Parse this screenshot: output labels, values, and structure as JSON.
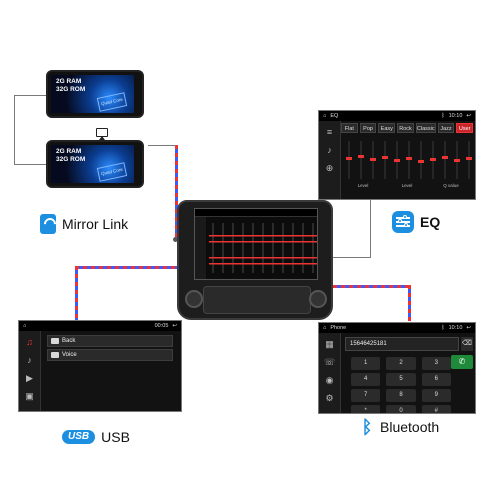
{
  "phones": {
    "ram_line": "2G RAM",
    "rom_line": "32G ROM",
    "chip_label": "Quad Core"
  },
  "features": {
    "mirror_link": "Mirror Link",
    "eq": "EQ",
    "usb_badge": "USB",
    "usb": "USB",
    "bluetooth": "Bluetooth"
  },
  "eq_screen": {
    "title": "EQ",
    "time": "10:10",
    "tabs": [
      "Flat",
      "Pop",
      "Easy",
      "Rock",
      "Classic",
      "Jazz",
      "User"
    ],
    "active_tab": "User",
    "footer": [
      "Level",
      "Level",
      "Q value"
    ]
  },
  "usb_screen": {
    "time": "00:05",
    "rows": [
      "Back",
      "Voice"
    ]
  },
  "phone_screen": {
    "title": "Phone",
    "time": "10:10",
    "number": "15646425181",
    "keys": [
      "1",
      "2",
      "3",
      "4",
      "5",
      "6",
      "7",
      "8",
      "9",
      "*",
      "0",
      "#"
    ]
  },
  "colors": {
    "accent": "#1d8fe0",
    "eq_active": "#c8262a",
    "call_green": "#1f8a3a"
  }
}
